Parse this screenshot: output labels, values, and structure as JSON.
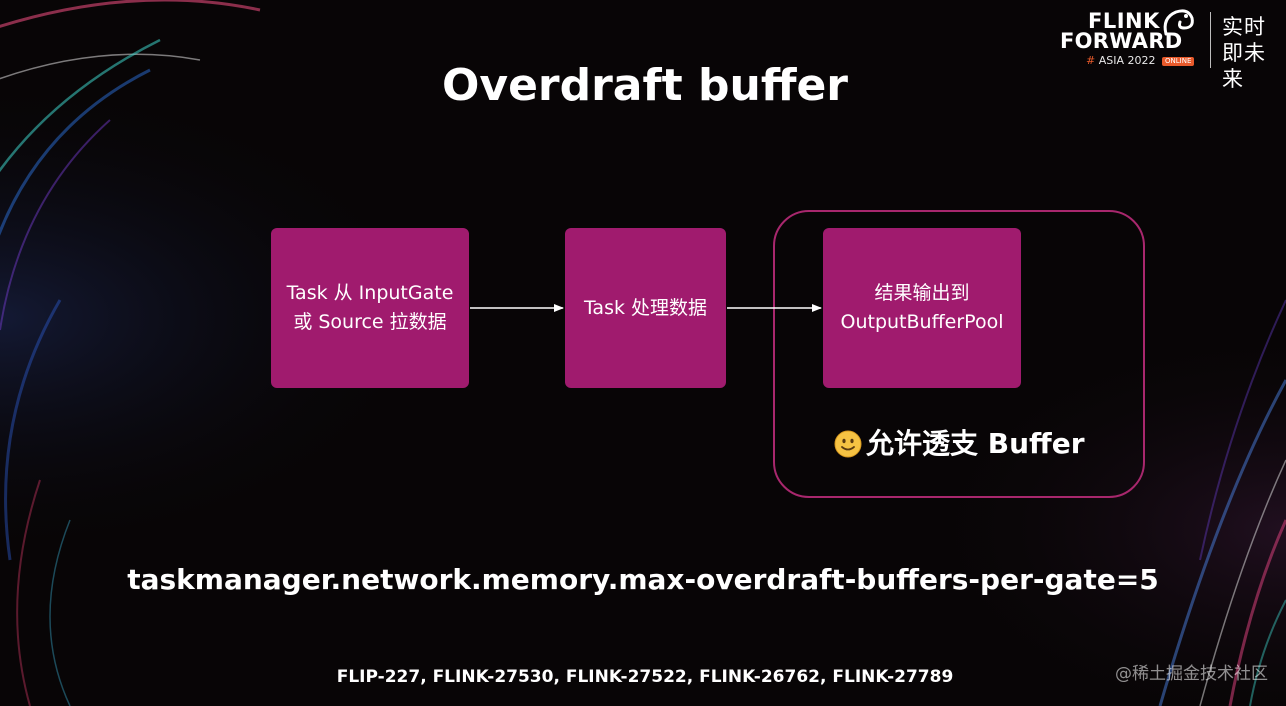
{
  "title": "Overdraft buffer",
  "logo": {
    "line1": "FLINK",
    "line2": "FORWARD",
    "hash": "#",
    "event": "ASIA 2022",
    "badge": "ONLINE",
    "slogan": "实时即未来",
    "mascot_icon": "squirrel-logo-icon"
  },
  "flow": {
    "steps": [
      {
        "label": "Task 从 InputGate\n或 Source 拉数据"
      },
      {
        "label": "Task 处理数据"
      },
      {
        "label": "结果输出到\nOutputBufferPool"
      }
    ],
    "arrow_icon": "right-arrow-icon",
    "group_note": {
      "icon": "smiling-face-emoji-icon",
      "text": "允许透支 Buffer"
    }
  },
  "config": "taskmanager.network.memory.max-overdraft-buffers-per-gate=5",
  "references": "FLIP-227, FLINK-27530, FLINK-27522, FLINK-26762, FLINK-27789",
  "watermark": "@稀土掘金技术社区",
  "colors": {
    "background": "#080506",
    "box_fill": "#a01b6e",
    "group_border": "#a8276d",
    "text": "#ffffff",
    "accent_orange": "#e85a2b"
  }
}
